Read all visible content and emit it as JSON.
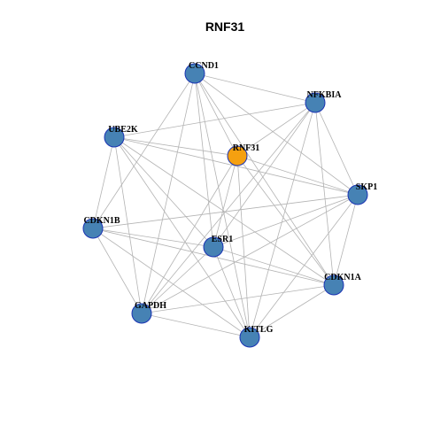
{
  "title": "RNF31",
  "colors": {
    "node_fill": "#4682b4",
    "hub_fill": "#f5a010",
    "node_stroke": "#1a33b3",
    "edge": "#b3b3b3"
  },
  "hub": "RNF31",
  "nodes": [
    "CCND1",
    "NFKBIA",
    "UBE2K",
    "RNF31",
    "SKP1",
    "CDKN1B",
    "ESR1",
    "CDKN1A",
    "GAPDH",
    "KITLG"
  ],
  "edges": [
    [
      "CCND1",
      "NFKBIA"
    ],
    [
      "CCND1",
      "SKP1"
    ],
    [
      "CCND1",
      "RNF31"
    ],
    [
      "CCND1",
      "CDKN1B"
    ],
    [
      "CCND1",
      "ESR1"
    ],
    [
      "CCND1",
      "CDKN1A"
    ],
    [
      "CCND1",
      "GAPDH"
    ],
    [
      "CCND1",
      "KITLG"
    ],
    [
      "NFKBIA",
      "UBE2K"
    ],
    [
      "NFKBIA",
      "RNF31"
    ],
    [
      "NFKBIA",
      "SKP1"
    ],
    [
      "NFKBIA",
      "ESR1"
    ],
    [
      "NFKBIA",
      "CDKN1A"
    ],
    [
      "NFKBIA",
      "GAPDH"
    ],
    [
      "NFKBIA",
      "KITLG"
    ],
    [
      "UBE2K",
      "RNF31"
    ],
    [
      "UBE2K",
      "SKP1"
    ],
    [
      "UBE2K",
      "CDKN1B"
    ],
    [
      "UBE2K",
      "ESR1"
    ],
    [
      "UBE2K",
      "CDKN1A"
    ],
    [
      "UBE2K",
      "GAPDH"
    ],
    [
      "UBE2K",
      "KITLG"
    ],
    [
      "RNF31",
      "SKP1"
    ],
    [
      "RNF31",
      "ESR1"
    ],
    [
      "RNF31",
      "CDKN1A"
    ],
    [
      "RNF31",
      "GAPDH"
    ],
    [
      "RNF31",
      "KITLG"
    ],
    [
      "SKP1",
      "CDKN1B"
    ],
    [
      "SKP1",
      "ESR1"
    ],
    [
      "SKP1",
      "CDKN1A"
    ],
    [
      "SKP1",
      "GAPDH"
    ],
    [
      "SKP1",
      "KITLG"
    ],
    [
      "CDKN1B",
      "ESR1"
    ],
    [
      "CDKN1B",
      "CDKN1A"
    ],
    [
      "CDKN1B",
      "GAPDH"
    ],
    [
      "CDKN1B",
      "KITLG"
    ],
    [
      "ESR1",
      "CDKN1A"
    ],
    [
      "ESR1",
      "GAPDH"
    ],
    [
      "ESR1",
      "KITLG"
    ],
    [
      "CDKN1A",
      "GAPDH"
    ],
    [
      "CDKN1A",
      "KITLG"
    ],
    [
      "GAPDH",
      "KITLG"
    ]
  ]
}
